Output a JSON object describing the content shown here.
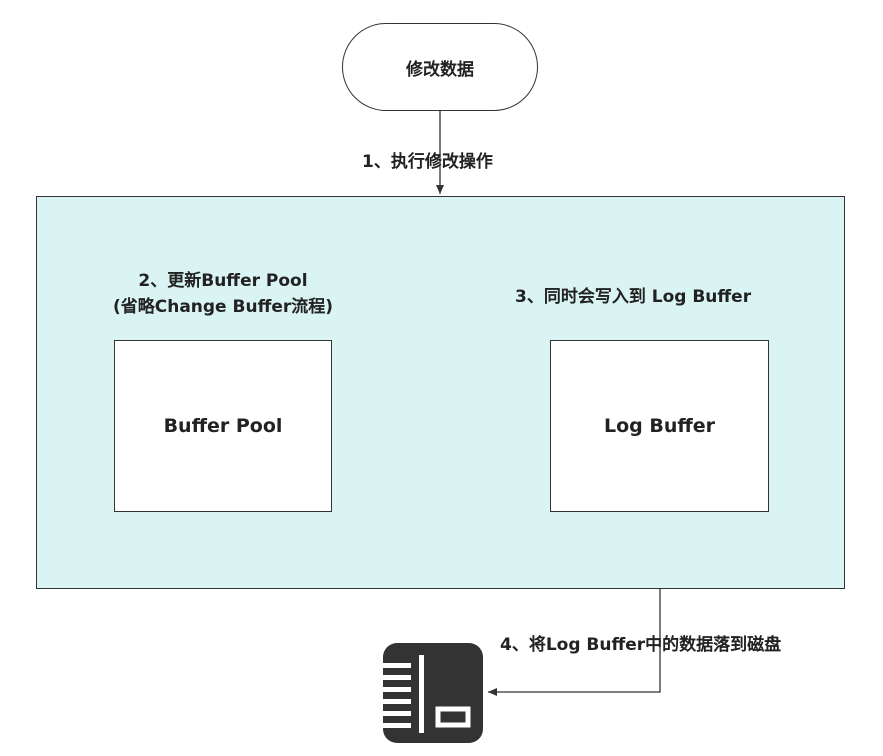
{
  "start": {
    "label": "修改数据"
  },
  "step1": {
    "label": "1、执行修改操作"
  },
  "step2": {
    "line1": "2、更新Buffer Pool",
    "line2": "(省略Change Buffer流程)"
  },
  "step3": {
    "label": "3、同时会写入到 Log Buffer"
  },
  "step4": {
    "label": "4、将Log Buffer中的数据落到磁盘"
  },
  "boxes": {
    "buffer_pool": "Buffer Pool",
    "log_buffer": "Log Buffer"
  },
  "icons": {
    "disk": "disk-icon"
  },
  "colors": {
    "container_fill": "#d9f4f2",
    "stroke": "#333333",
    "icon": "#333333"
  }
}
